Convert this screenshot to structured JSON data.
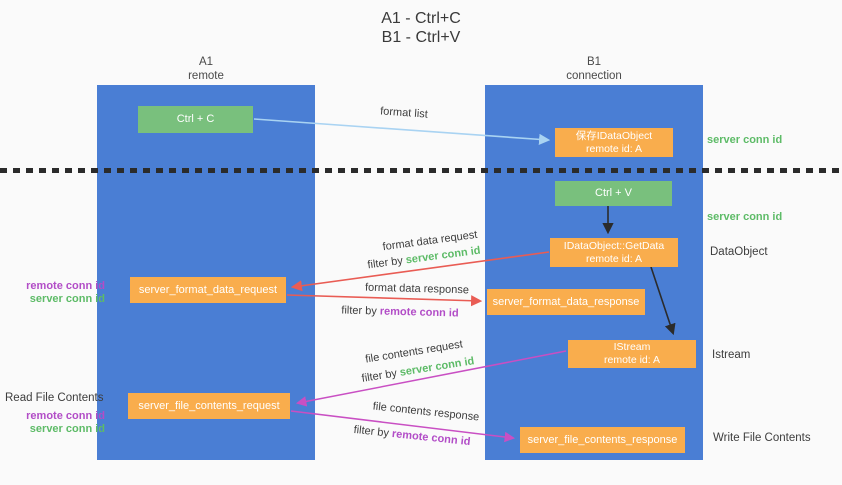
{
  "title": {
    "line1": "A1 - Ctrl+C",
    "line2": "B1 - Ctrl+V"
  },
  "lanes": {
    "left": {
      "id": "A1",
      "subtitle": "remote"
    },
    "right": {
      "id": "B1",
      "subtitle": "connection"
    }
  },
  "nodes": {
    "ctrl_c": "Ctrl + C",
    "ctrl_v": "Ctrl + V",
    "save_dataobject": {
      "line1": "保存IDataObject",
      "line2": "remote id: A"
    },
    "getdata": {
      "line1": "IDataObject::GetData",
      "line2": "remote id: A"
    },
    "istream": {
      "line1": "IStream",
      "line2": "remote id: A"
    },
    "format_request": "server_format_data_request",
    "format_response": "server_format_data_response",
    "file_request": "server_file_contents_request",
    "file_response": "server_file_contents_response"
  },
  "arrow_labels": {
    "format_list": "format list",
    "format_request": {
      "line1": "format data request",
      "prefix": "filter by ",
      "highlight": "server conn id"
    },
    "format_response": {
      "line1": "format data response",
      "prefix": "filter by ",
      "highlight": "remote conn id"
    },
    "file_request": {
      "line1": "file contents request",
      "prefix": "filter by ",
      "highlight": "server conn id"
    },
    "file_response": {
      "line1": "file contents response",
      "prefix": "filter by ",
      "highlight": "remote conn id"
    }
  },
  "side_labels": {
    "server_conn_top": "server conn id",
    "server_conn_mid": "server conn id",
    "dataobject": "DataObject",
    "istream": "Istream",
    "write_file": "Write File Contents",
    "read_file": "Read File Contents",
    "format_remote_conn": "remote conn id",
    "format_server_conn": "server conn id",
    "file_remote_conn": "remote conn id",
    "file_server_conn": "server conn id"
  },
  "colors": {
    "lane_blue": "#4a7ed4",
    "node_green": "#79c07d",
    "node_orange": "#f9ad4d",
    "arrow_red": "#e95c54",
    "arrow_magenta": "#c94fc3",
    "arrow_lightblue": "#a9d3f2",
    "text_green": "#5dbb67",
    "text_purple": "#b24dc7"
  }
}
